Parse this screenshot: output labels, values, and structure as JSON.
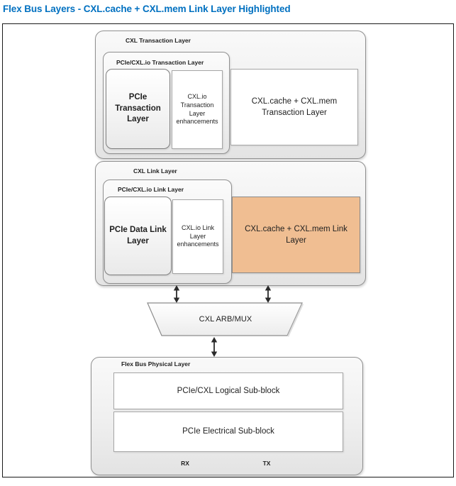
{
  "title": "Flex Bus Layers - CXL.cache + CXL.mem Link Layer Highlighted",
  "colors": {
    "title_blue": "#0070C0",
    "highlight_orange": "#F0BE92",
    "box_border_gray": "#8C8C8C",
    "frame_border": "#1A1A1A"
  },
  "transaction_layer": {
    "label": "CXL Transaction Layer",
    "pcie_cxlio": {
      "label": "PCIe/CXL.io Transaction Layer",
      "pcie_block": "PCIe Transaction Layer",
      "enhancements_block": "CXL.io Transaction Layer enhancements"
    },
    "cache_mem_block": "CXL.cache + CXL.mem Transaction Layer"
  },
  "link_layer": {
    "label": "CXL Link Layer",
    "pcie_cxlio": {
      "label": "PCIe/CXL.io Link Layer",
      "pcie_block": "PCIe Data Link Layer",
      "enhancements_block": "CXL.io Link Layer enhancements"
    },
    "cache_mem_block": "CXL.cache + CXL.mem Link Layer"
  },
  "arb_mux": {
    "label": "CXL ARB/MUX"
  },
  "physical_layer": {
    "label": "Flex Bus Physical Layer",
    "logical_block": "PCIe/CXL Logical Sub-block",
    "electrical_block": "PCIe Electrical Sub-block",
    "rx_label": "RX",
    "tx_label": "TX"
  }
}
